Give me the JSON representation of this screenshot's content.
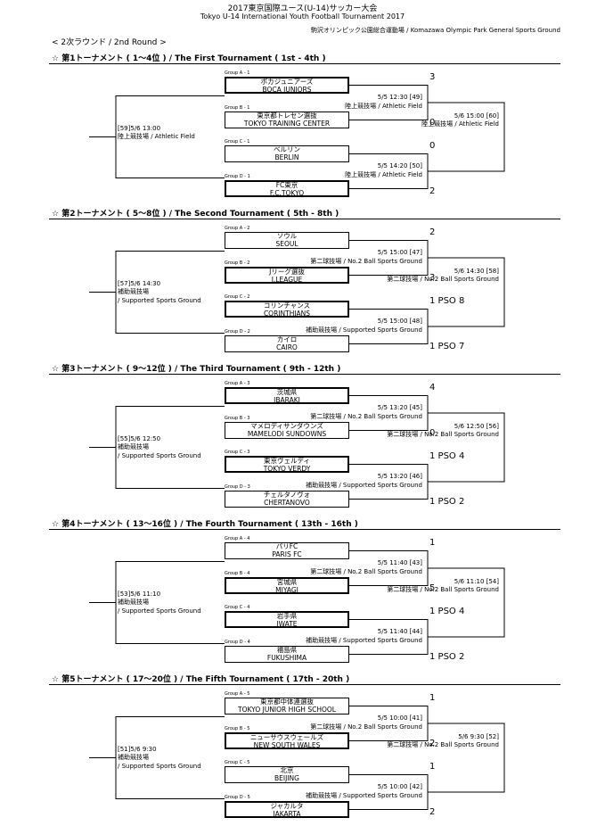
{
  "header": {
    "title_jp": "2017東京国際ユース(U-14)サッカー大会",
    "title_en": "Tokyo U-14 International Youth Football Tournament 2017",
    "venue": "駒沢オリンピック公園総合運動場 / Komazawa Olympic Park General Sports Ground",
    "round": "< 2次ラウンド / 2nd Round >"
  },
  "sections": [
    {
      "title": "☆ 第1トーナメント ( 1～4位 ) / The First Tournament ( 1st - 4th )",
      "teams": [
        {
          "group": "Group A - 1",
          "jp": "ボカジュニアーズ",
          "en": "BOCA JUNIORS",
          "score": "3",
          "winner": true
        },
        {
          "group": "Group B - 1",
          "jp": "東京都トレセン選抜",
          "en": "TOKYO TRAINING CENTER",
          "score": "0",
          "winner": false
        },
        {
          "group": "Group C - 1",
          "jp": "ベルリン",
          "en": "BERLIN",
          "score": "0",
          "winner": false
        },
        {
          "group": "Group D - 1",
          "jp": "FC東京",
          "en": "F.C.TOKYO",
          "score": "2",
          "winner": true
        }
      ],
      "semi1": {
        "time": "5/5 12:30 [49]",
        "field": "陸上競技場 / Athletic Field"
      },
      "semi2": {
        "time": "5/5 14:20 [50]",
        "field": "陸上競技場 / Athletic Field"
      },
      "final": {
        "time": "5/6 15:00 [60]",
        "field": "陸上競技場 / Athletic Field"
      },
      "third": {
        "time": "[59]5/6 13:00",
        "field": "陸上競技場 / Athletic Field",
        "field2": ""
      }
    },
    {
      "title": "☆ 第2トーナメント ( 5～8位 ) / The Second Tournament ( 5th - 8th )",
      "teams": [
        {
          "group": "Group A - 2",
          "jp": "ソウル",
          "en": "SEOUL",
          "score": "2",
          "winner": false
        },
        {
          "group": "Group B - 2",
          "jp": "Jリーグ選抜",
          "en": "J.LEAGUE",
          "score": "3",
          "winner": true
        },
        {
          "group": "Group C - 2",
          "jp": "コリンチャンス",
          "en": "CORINTHIANS",
          "score": "1 PSO 8",
          "winner": true
        },
        {
          "group": "Group D - 2",
          "jp": "カイロ",
          "en": "CAIRO",
          "score": "1 PSO 7",
          "winner": false
        }
      ],
      "semi1": {
        "time": "5/5 15:00 [47]",
        "field": "第二球技場 / No.2 Ball Sports Ground"
      },
      "semi2": {
        "time": "5/5 15:00 [48]",
        "field": "補助競技場 / Supported Sports Ground"
      },
      "final": {
        "time": "5/6 14:30 [58]",
        "field": "第二球技場 / No.2 Ball Sports Ground"
      },
      "third": {
        "time": "[57]5/6 14:30",
        "field": "補助競技場",
        "field2": "/ Supported Sports Ground"
      }
    },
    {
      "title": "☆ 第3トーナメント ( 9～12位 ) / The Third Tournament ( 9th - 12th )",
      "teams": [
        {
          "group": "Group A - 3",
          "jp": "茨城県",
          "en": "IBARAKI",
          "score": "4",
          "winner": true
        },
        {
          "group": "Group B - 3",
          "jp": "マメロディサンダウンズ",
          "en": "MAMELODI SUNDOWNS",
          "score": "0",
          "winner": false
        },
        {
          "group": "Group C - 3",
          "jp": "東京ヴェルディ",
          "en": "TOKYO VERDY",
          "score": "1 PSO 4",
          "winner": true
        },
        {
          "group": "Group D - 3",
          "jp": "チェルタノヴォ",
          "en": "CHERTANOVO",
          "score": "1 PSO 2",
          "winner": false
        }
      ],
      "semi1": {
        "time": "5/5 13:20 [45]",
        "field": "第二球技場 / No.2 Ball Sports Ground"
      },
      "semi2": {
        "time": "5/5 13:20 [46]",
        "field": "補助競技場 / Supported Sports Ground"
      },
      "final": {
        "time": "5/6 12:50 [56]",
        "field": "第二球技場 / No.2 Ball Sports Ground"
      },
      "third": {
        "time": "[55]5/6 12:50",
        "field": "補助競技場",
        "field2": "/ Supported Sports Ground"
      }
    },
    {
      "title": "☆ 第4トーナメント ( 13～16位 ) / The Fourth Tournament ( 13th - 16th )",
      "teams": [
        {
          "group": "Group A - 4",
          "jp": "パリFC",
          "en": "PARIS FC",
          "score": "1",
          "winner": false
        },
        {
          "group": "Group B - 4",
          "jp": "宮城県",
          "en": "MIYAGI",
          "score": "5",
          "winner": true
        },
        {
          "group": "Group C - 4",
          "jp": "岩手県",
          "en": "IWATE",
          "score": "1 PSO 4",
          "winner": true
        },
        {
          "group": "Group D - 4",
          "jp": "福島県",
          "en": "FUKUSHIMA",
          "score": "1 PSO 2",
          "winner": false
        }
      ],
      "semi1": {
        "time": "5/5 11:40 [43]",
        "field": "第二球技場 / No.2 Ball Sports Ground"
      },
      "semi2": {
        "time": "5/5 11:40 [44]",
        "field": "補助競技場 / Supported Sports Ground"
      },
      "final": {
        "time": "5/6 11:10 [54]",
        "field": "第二球技場 / No.2 Ball Sports Ground"
      },
      "third": {
        "time": "[53]5/6 11:10",
        "field": "補助競技場",
        "field2": "/ Supported Sports Ground"
      }
    },
    {
      "title": "☆ 第5トーナメント ( 17～20位 ) / The Fifth Tournament ( 17th - 20th )",
      "teams": [
        {
          "group": "Group A - 5",
          "jp": "東京都中体連選抜",
          "en": "TOKYO JUNIOR HIGH SCHOOL",
          "score": "1",
          "winner": false
        },
        {
          "group": "Group B - 5",
          "jp": "ニューサウスウェールズ",
          "en": "NEW SOUTH WALES",
          "score": "2",
          "winner": true
        },
        {
          "group": "Group C - 5",
          "jp": "北京",
          "en": "BEIJING",
          "score": "1",
          "winner": false
        },
        {
          "group": "Group D - 5",
          "jp": "ジャカルタ",
          "en": "JAKARTA",
          "score": "2",
          "winner": true
        }
      ],
      "semi1": {
        "time": "5/5 10:00 [41]",
        "field": "第二球技場 / No.2 Ball Sports Ground"
      },
      "semi2": {
        "time": "5/5 10:00 [42]",
        "field": "補助競技場 / Supported Sports Ground"
      },
      "final": {
        "time": "5/6 9:30 [52]",
        "field": "第二球技場 / No.2 Ball Sports Ground"
      },
      "third": {
        "time": "[51]5/6 9:30",
        "field": "補助競技場",
        "field2": "/ Supported Sports Ground"
      }
    }
  ]
}
